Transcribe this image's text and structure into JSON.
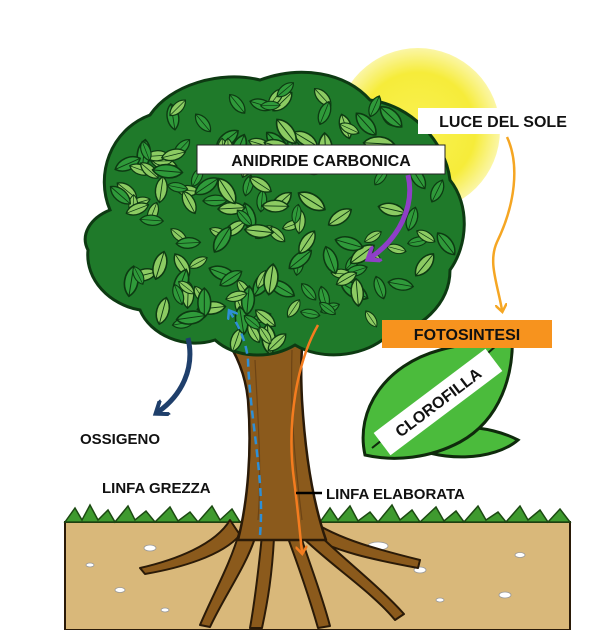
{
  "labels": {
    "sunlight": "LUCE DEL SOLE",
    "co2": "ANIDRIDE CARBONICA",
    "photosynthesis": "FOTOSINTESI",
    "chlorophyll": "CLOROFILLA",
    "oxygen": "OSSIGENO",
    "raw_sap": "LINFA GREZZA",
    "processed_sap": "LINFA ELABORATA"
  },
  "colors": {
    "sun": "#f7ef3a",
    "sun_glow": "#fbf7a8",
    "foliage_dark": "#1f7a2a",
    "foliage_light": "#7fc15a",
    "trunk": "#8b5a1c",
    "soil": "#d9b87a",
    "grass": "#3f9a2f",
    "arrow_sun": "#f5a623",
    "arrow_co2": "#8e3fc6",
    "arrow_oxygen": "#1f3f6b",
    "arrow_raw_sap": "#2e8fd6",
    "arrow_processed_sap": "#f47c1f",
    "photosynthesis_box": "#f7931e"
  },
  "icons": [
    "sun-icon",
    "tree-icon",
    "leaf-icon"
  ]
}
